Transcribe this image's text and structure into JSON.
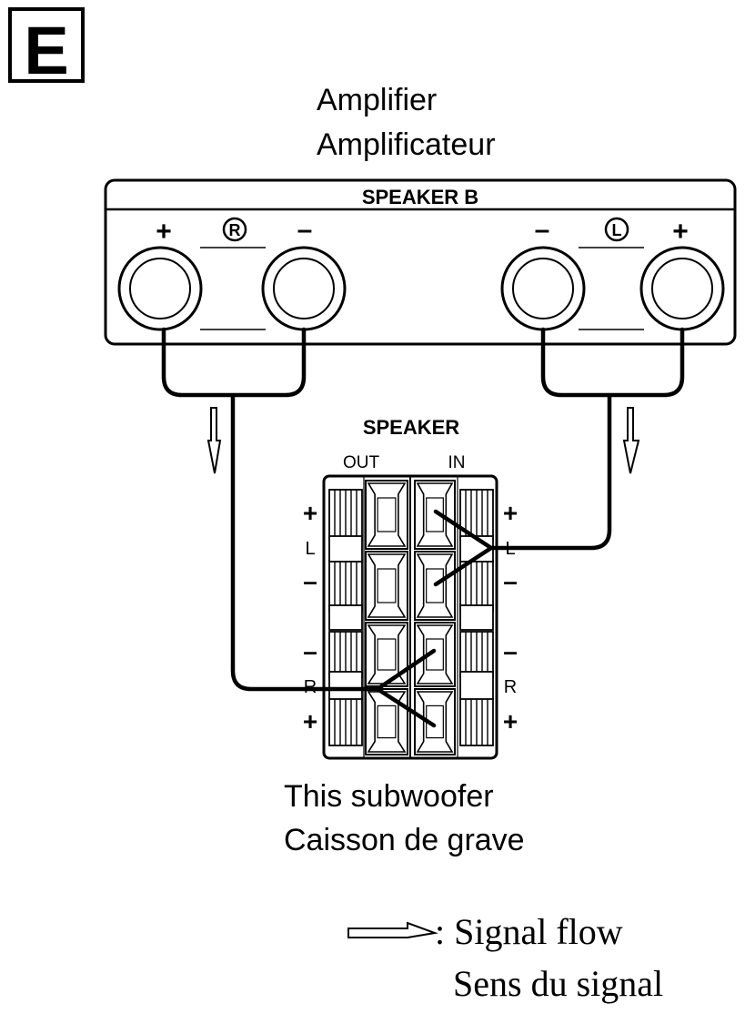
{
  "figure": {
    "letter": "E"
  },
  "amplifier": {
    "title_en": "Amplifier",
    "title_fr": "Amplificateur",
    "panel_label": "SPEAKER B",
    "right_channel": {
      "badge": "R",
      "plus": "+",
      "minus": "–"
    },
    "left_channel": {
      "badge": "L",
      "plus": "+",
      "minus": "–"
    }
  },
  "subwoofer": {
    "panel_label": "SPEAKER",
    "out_label": "OUT",
    "in_label": "IN",
    "left_label": "L",
    "right_label": "R",
    "plus": "+",
    "minus": "–",
    "caption_en": "This subwoofer",
    "caption_fr": "Caisson de grave"
  },
  "legend": {
    "label_en": ": Signal flow",
    "label_fr": "Sens du signal"
  }
}
